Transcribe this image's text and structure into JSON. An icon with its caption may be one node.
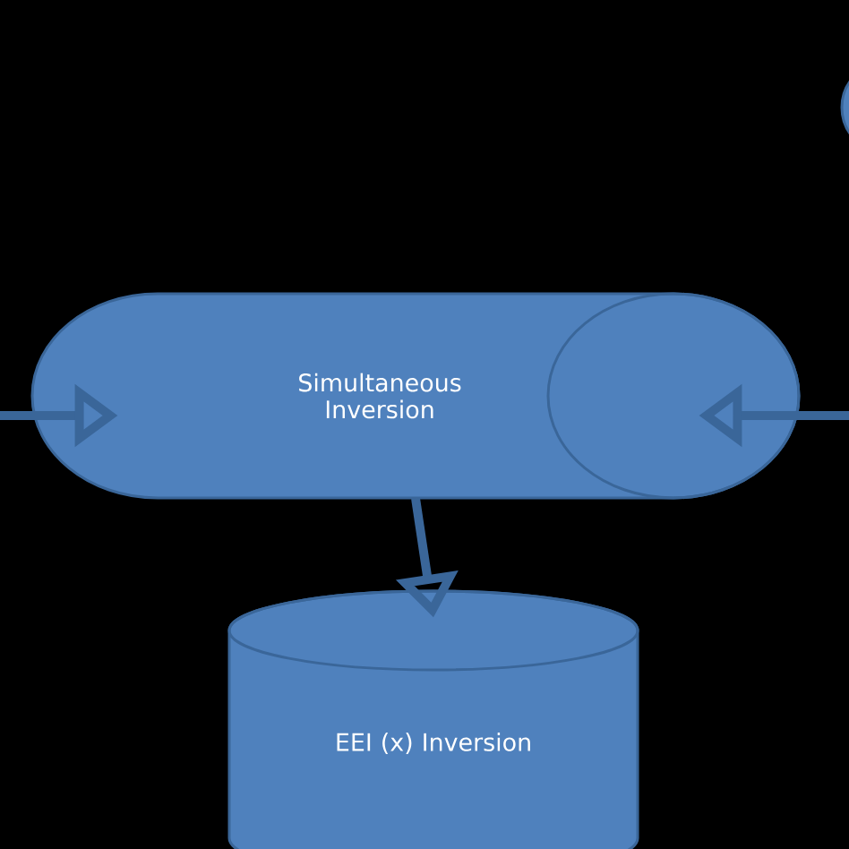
{
  "diagram": {
    "nodes": [
      {
        "text": [
          "Simultaneous Inversion"
        ]
      },
      {
        "text": [
          "EEI (x) Inversion"
        ]
      }
    ],
    "edges": [
      {
        "from": null,
        "to": 0,
        "arrow": "to"
      },
      {
        "from": null,
        "to": 0,
        "arrow": "to"
      },
      {
        "from": 0,
        "to": 1,
        "arrow": "to"
      }
    ]
  }
}
